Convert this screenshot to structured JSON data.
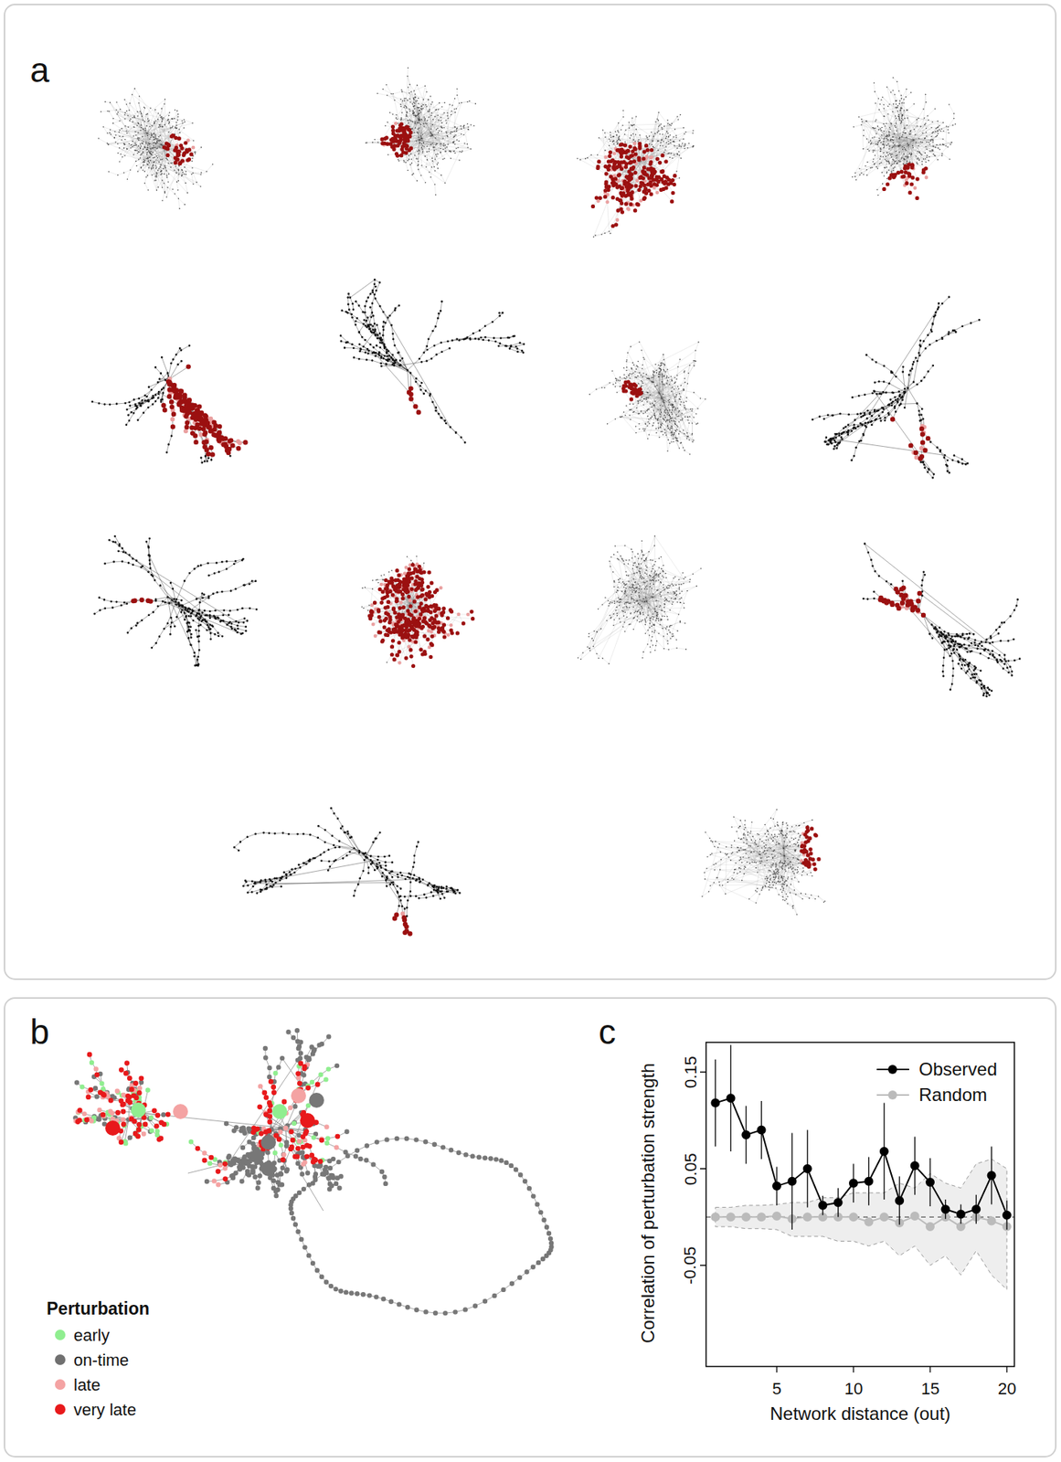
{
  "diagram": {
    "labels": [
      "a",
      "b",
      "c",
      "Perturbation",
      "Correlation of perturbation strength",
      "Network distance (out)",
      "0.15",
      "0.05",
      "-0.05",
      "5",
      "10",
      "15",
      "20"
    ],
    "legend": [
      {
        "text": "early",
        "color": "#90ee90"
      },
      {
        "text": "on-time",
        "color": "#707070"
      },
      {
        "text": "late",
        "color": "#f4a3a3"
      },
      {
        "text": "very late",
        "color": "#e8191b"
      },
      {
        "text": "Observed"
      },
      {
        "text": "Random"
      }
    ]
  }
}
